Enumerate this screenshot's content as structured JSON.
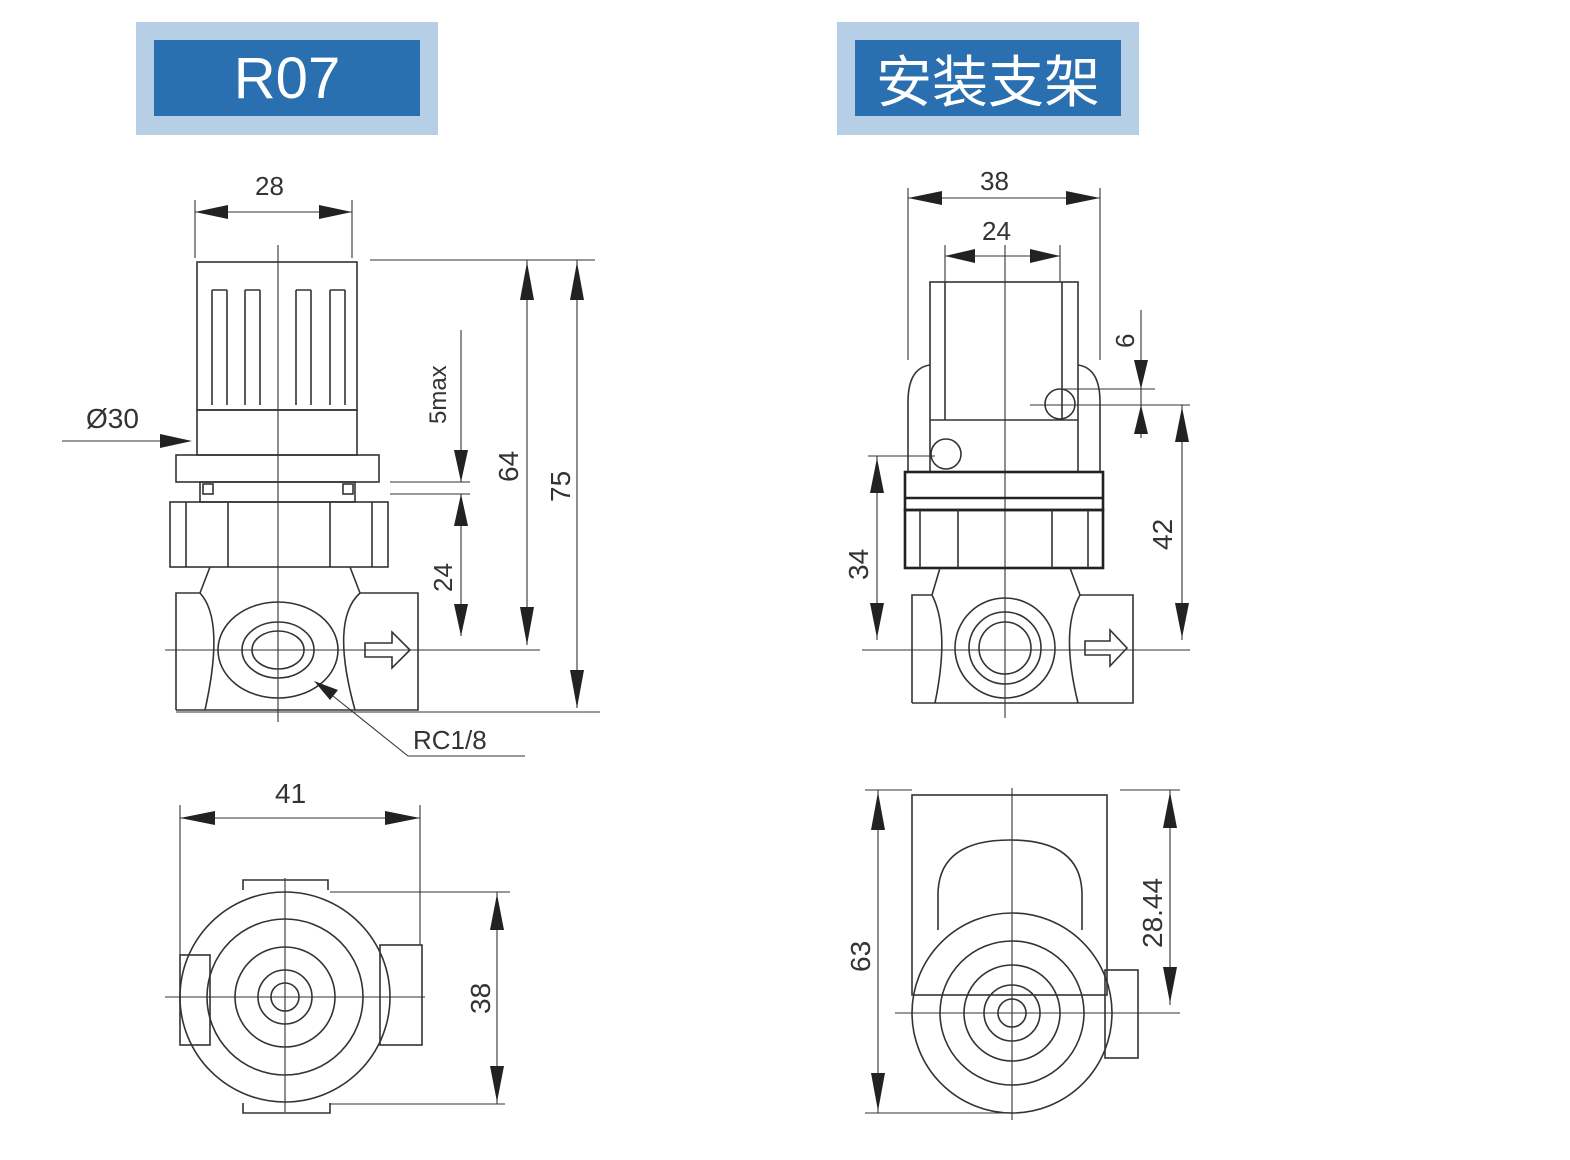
{
  "titles": {
    "left": "R07",
    "right": "安装支架"
  },
  "colors": {
    "title_background": "#2a6fb0",
    "title_border": "#b7cfe6",
    "title_text": "#ffffff",
    "line": "#333333"
  },
  "dimensions": {
    "d28": "28",
    "d30": "Ø30",
    "d5max": "5max",
    "d64": "64",
    "d75": "75",
    "d24_left": "24",
    "rc": "RC1/8",
    "d41": "41",
    "d38_left": "38",
    "d38_right": "38",
    "d24_right": "24",
    "d6": "6",
    "d34": "34",
    "d42": "42",
    "d63": "63",
    "d28_44": "28.44"
  }
}
